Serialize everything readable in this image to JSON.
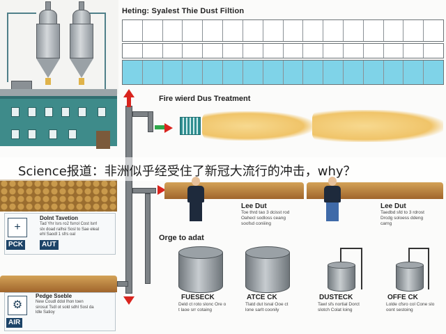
{
  "filtration": {
    "title": "Heting: Syalest Thie Dust Filtion"
  },
  "treatment": {
    "title": "Fire wierd Dus Treatment"
  },
  "banner": {
    "text": "Science报道：非洲似乎经受住了新冠大流行的冲击，why？"
  },
  "people": [
    {
      "title": "Lee Dut",
      "body": "Toe thrd tao 3 dcisst rod Oahecl sodloss ceang soofsd coniiing"
    },
    {
      "title": "Lee Dut",
      "body": "Taedbd sfd to 3 rdrost Drcdg soloess ddeng carng"
    }
  ],
  "panels": [
    {
      "title": "Dolnt Tavetion",
      "body": "Tad Yhr lsrs ro2 fsrrol Cost lsrrl slx doad ralhsi Sosl to Sae eleal ehl Saodl 1 sfrs oal",
      "tags": [
        "PCK",
        "AUT"
      ]
    },
    {
      "title": "Pedge Sseble",
      "body": "New Coudl ddol lhon toen sirosut Tsdl ot sold sdhl Sosl da ldle Satioy",
      "tags": [
        "AIR"
      ]
    }
  ],
  "organ": {
    "title": "Orge to adat"
  },
  "units": [
    {
      "title": "FUESECK",
      "body": "Deld ct roto slonc Ore o t laoe srr cotaing"
    },
    {
      "title": "ATCE CK",
      "body": "Tlatd dut lsnal Ooe ct lone sarlt coonily"
    },
    {
      "title": "DUSTECK",
      "body": "Tawl sfs nortial Dorct slotch Colat loing"
    },
    {
      "title": "OFFE CK",
      "body": "Lolde cfsro col Cone slo oont sestoing"
    }
  ],
  "colors": {
    "teal": "#3e8b8a",
    "blue_grid": "#7fd3e8",
    "dust": "#f4cf7a",
    "arrow": "#d9241e",
    "navy": "#1d4468"
  },
  "icons": [
    "silo-icon",
    "building-icon",
    "arrow-up-icon",
    "arrow-right-icon",
    "arrow-down-icon",
    "grille-icon",
    "person-icon",
    "plus-icon",
    "fan-icon",
    "drum-icon"
  ]
}
